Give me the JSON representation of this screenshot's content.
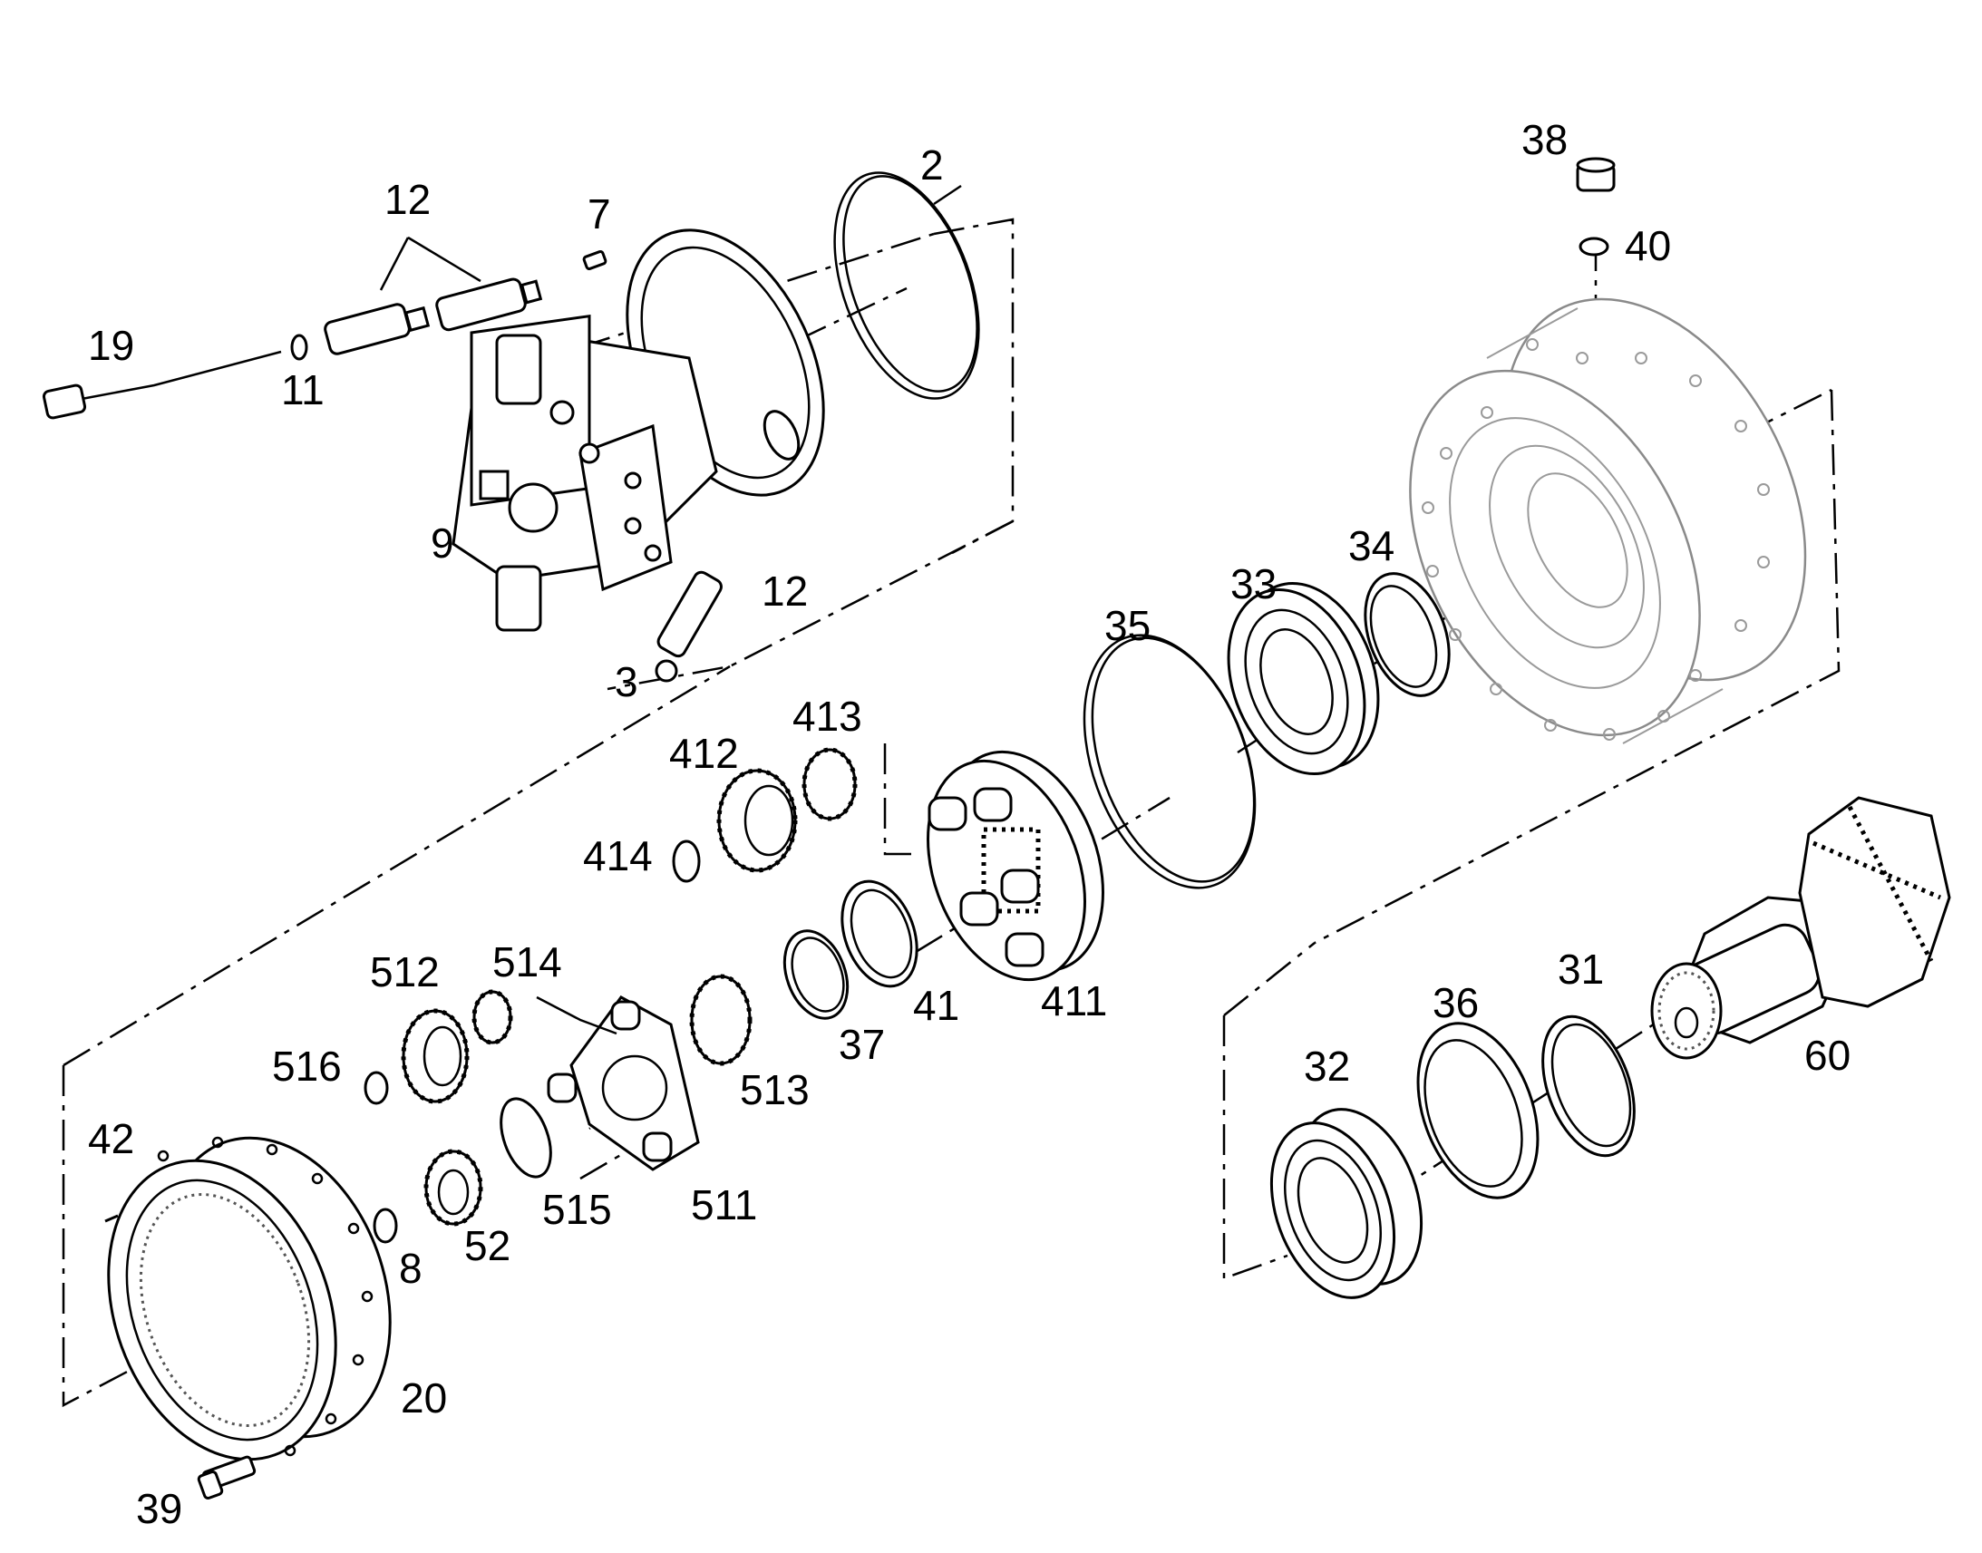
{
  "callouts": {
    "p2": "2",
    "p3": "3",
    "p7": "7",
    "p8": "8",
    "p9": "9",
    "p11": "11",
    "p12a": "12",
    "p12b": "12",
    "p19": "19",
    "p20": "20",
    "p31": "31",
    "p32": "32",
    "p33": "33",
    "p34": "34",
    "p35": "35",
    "p36": "36",
    "p37": "37",
    "p38": "38",
    "p39": "39",
    "p40": "40",
    "p41": "41",
    "p42": "42",
    "p52": "52",
    "p60": "60",
    "p411": "411",
    "p412": "412",
    "p413": "413",
    "p414": "414",
    "p511": "511",
    "p512": "512",
    "p513": "513",
    "p514": "514",
    "p515": "515",
    "p516": "516"
  },
  "colors": {
    "line": "#000000",
    "ghost_housing": "#8a8a8a",
    "background": "#ffffff"
  }
}
